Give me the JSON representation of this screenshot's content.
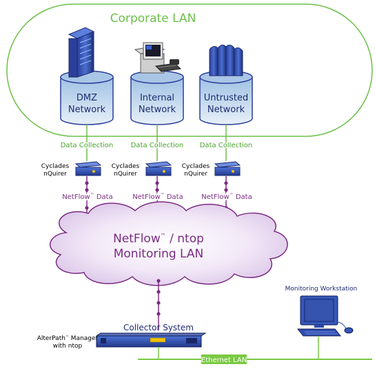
{
  "corporate_lan": {
    "title": "Corporate LAN"
  },
  "networks": [
    {
      "line1": "DMZ",
      "line2": "Network"
    },
    {
      "line1": "Internal",
      "line2": "Network"
    },
    {
      "line1": "Untrusted",
      "line2": "Network"
    }
  ],
  "data_collection_label": "Data Collection",
  "probe": {
    "line1": "Cyclades",
    "line2": "nQuirer"
  },
  "netflow_data": {
    "prefix": "NetFlow",
    "tm": "™",
    "suffix": " Data"
  },
  "monitoring_cloud": {
    "line1_prefix": "NetFlow",
    "line1_tm": "™",
    "line1_suffix": " / ntop",
    "line2": "Monitoring LAN"
  },
  "collector": {
    "title": "Collector System",
    "manager_prefix": "AlterPath",
    "manager_tm": "™",
    "manager_suffix": " Manager",
    "manager_line2": "with ntop"
  },
  "workstation": {
    "title": "Monitoring Workstation"
  },
  "ethernet": {
    "label": "Ethernet LAN"
  },
  "colors": {
    "lan_green": "#6cc04a",
    "ethernet_green": "#7ac943",
    "cloud_purple": "#7b2c83",
    "device_blue": "#2b4aa8",
    "network_tint": "#dde8f3"
  }
}
